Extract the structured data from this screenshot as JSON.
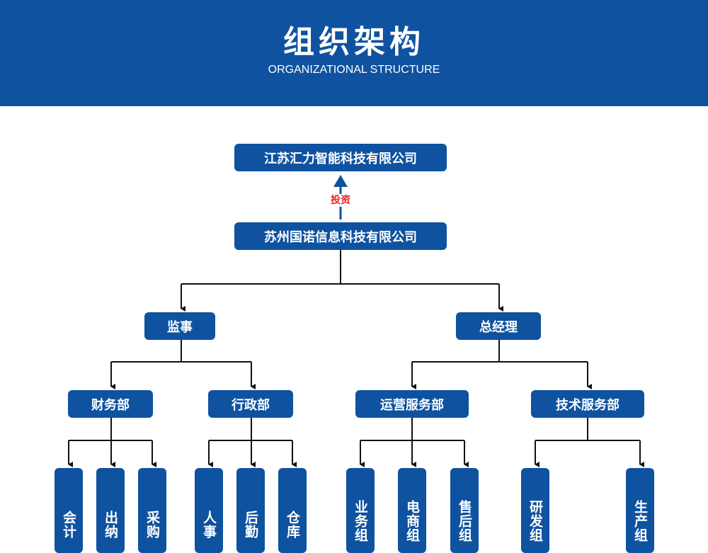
{
  "header": {
    "title": "组织架构",
    "subtitle": "ORGANIZATIONAL STRUCTURE"
  },
  "colors": {
    "header_bg": "#0f52a0",
    "node_bg": "#0f52a0",
    "invest_label": "#e8262a"
  },
  "chart": {
    "parent_company": "江苏汇力智能科技有限公司",
    "invest_label": "投资",
    "company": "苏州国诺信息科技有限公司",
    "level1": [
      "监事",
      "总经理"
    ],
    "departments": [
      "财务部",
      "行政部",
      "运营服务部",
      "技术服务部"
    ],
    "groups": {
      "finance": [
        "会计",
        "出纳",
        "采购"
      ],
      "admin": [
        "人事",
        "后勤",
        "仓库"
      ],
      "operations": [
        "业务组",
        "电商组",
        "售后组"
      ],
      "tech": [
        "研发组",
        "生产组"
      ]
    }
  }
}
